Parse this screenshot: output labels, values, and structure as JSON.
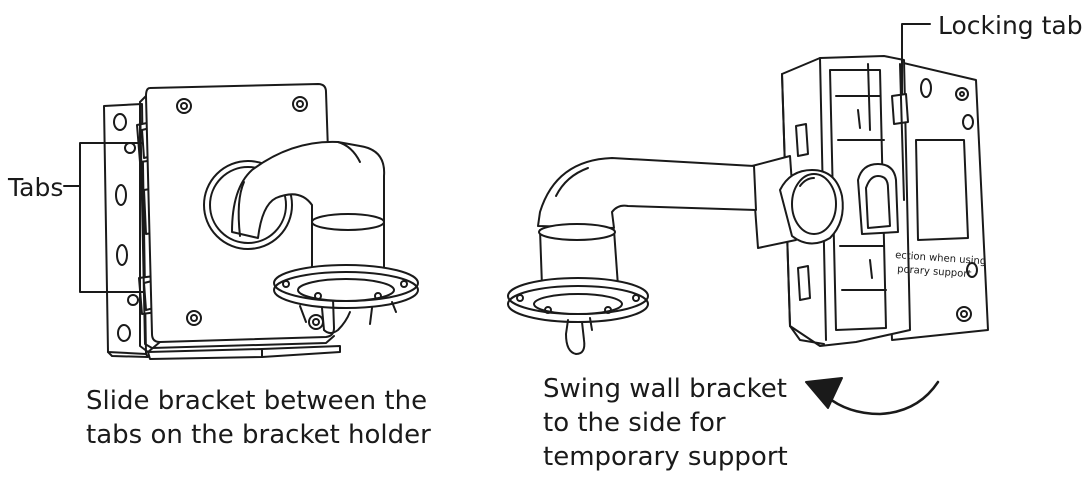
{
  "callouts": {
    "tabs": "Tabs",
    "locking_tab": "Locking tab"
  },
  "captions": {
    "left": [
      "Slide bracket between the",
      "tabs on the bracket holder"
    ],
    "right": [
      "Swing wall bracket",
      "to the side for",
      "temporary support"
    ]
  },
  "label_text": [
    "ection when using",
    "porary support"
  ],
  "colors": {
    "line": "#1a1a1a",
    "background": "#ffffff",
    "fill": "#ffffff",
    "shade": "#e8e8e8"
  }
}
